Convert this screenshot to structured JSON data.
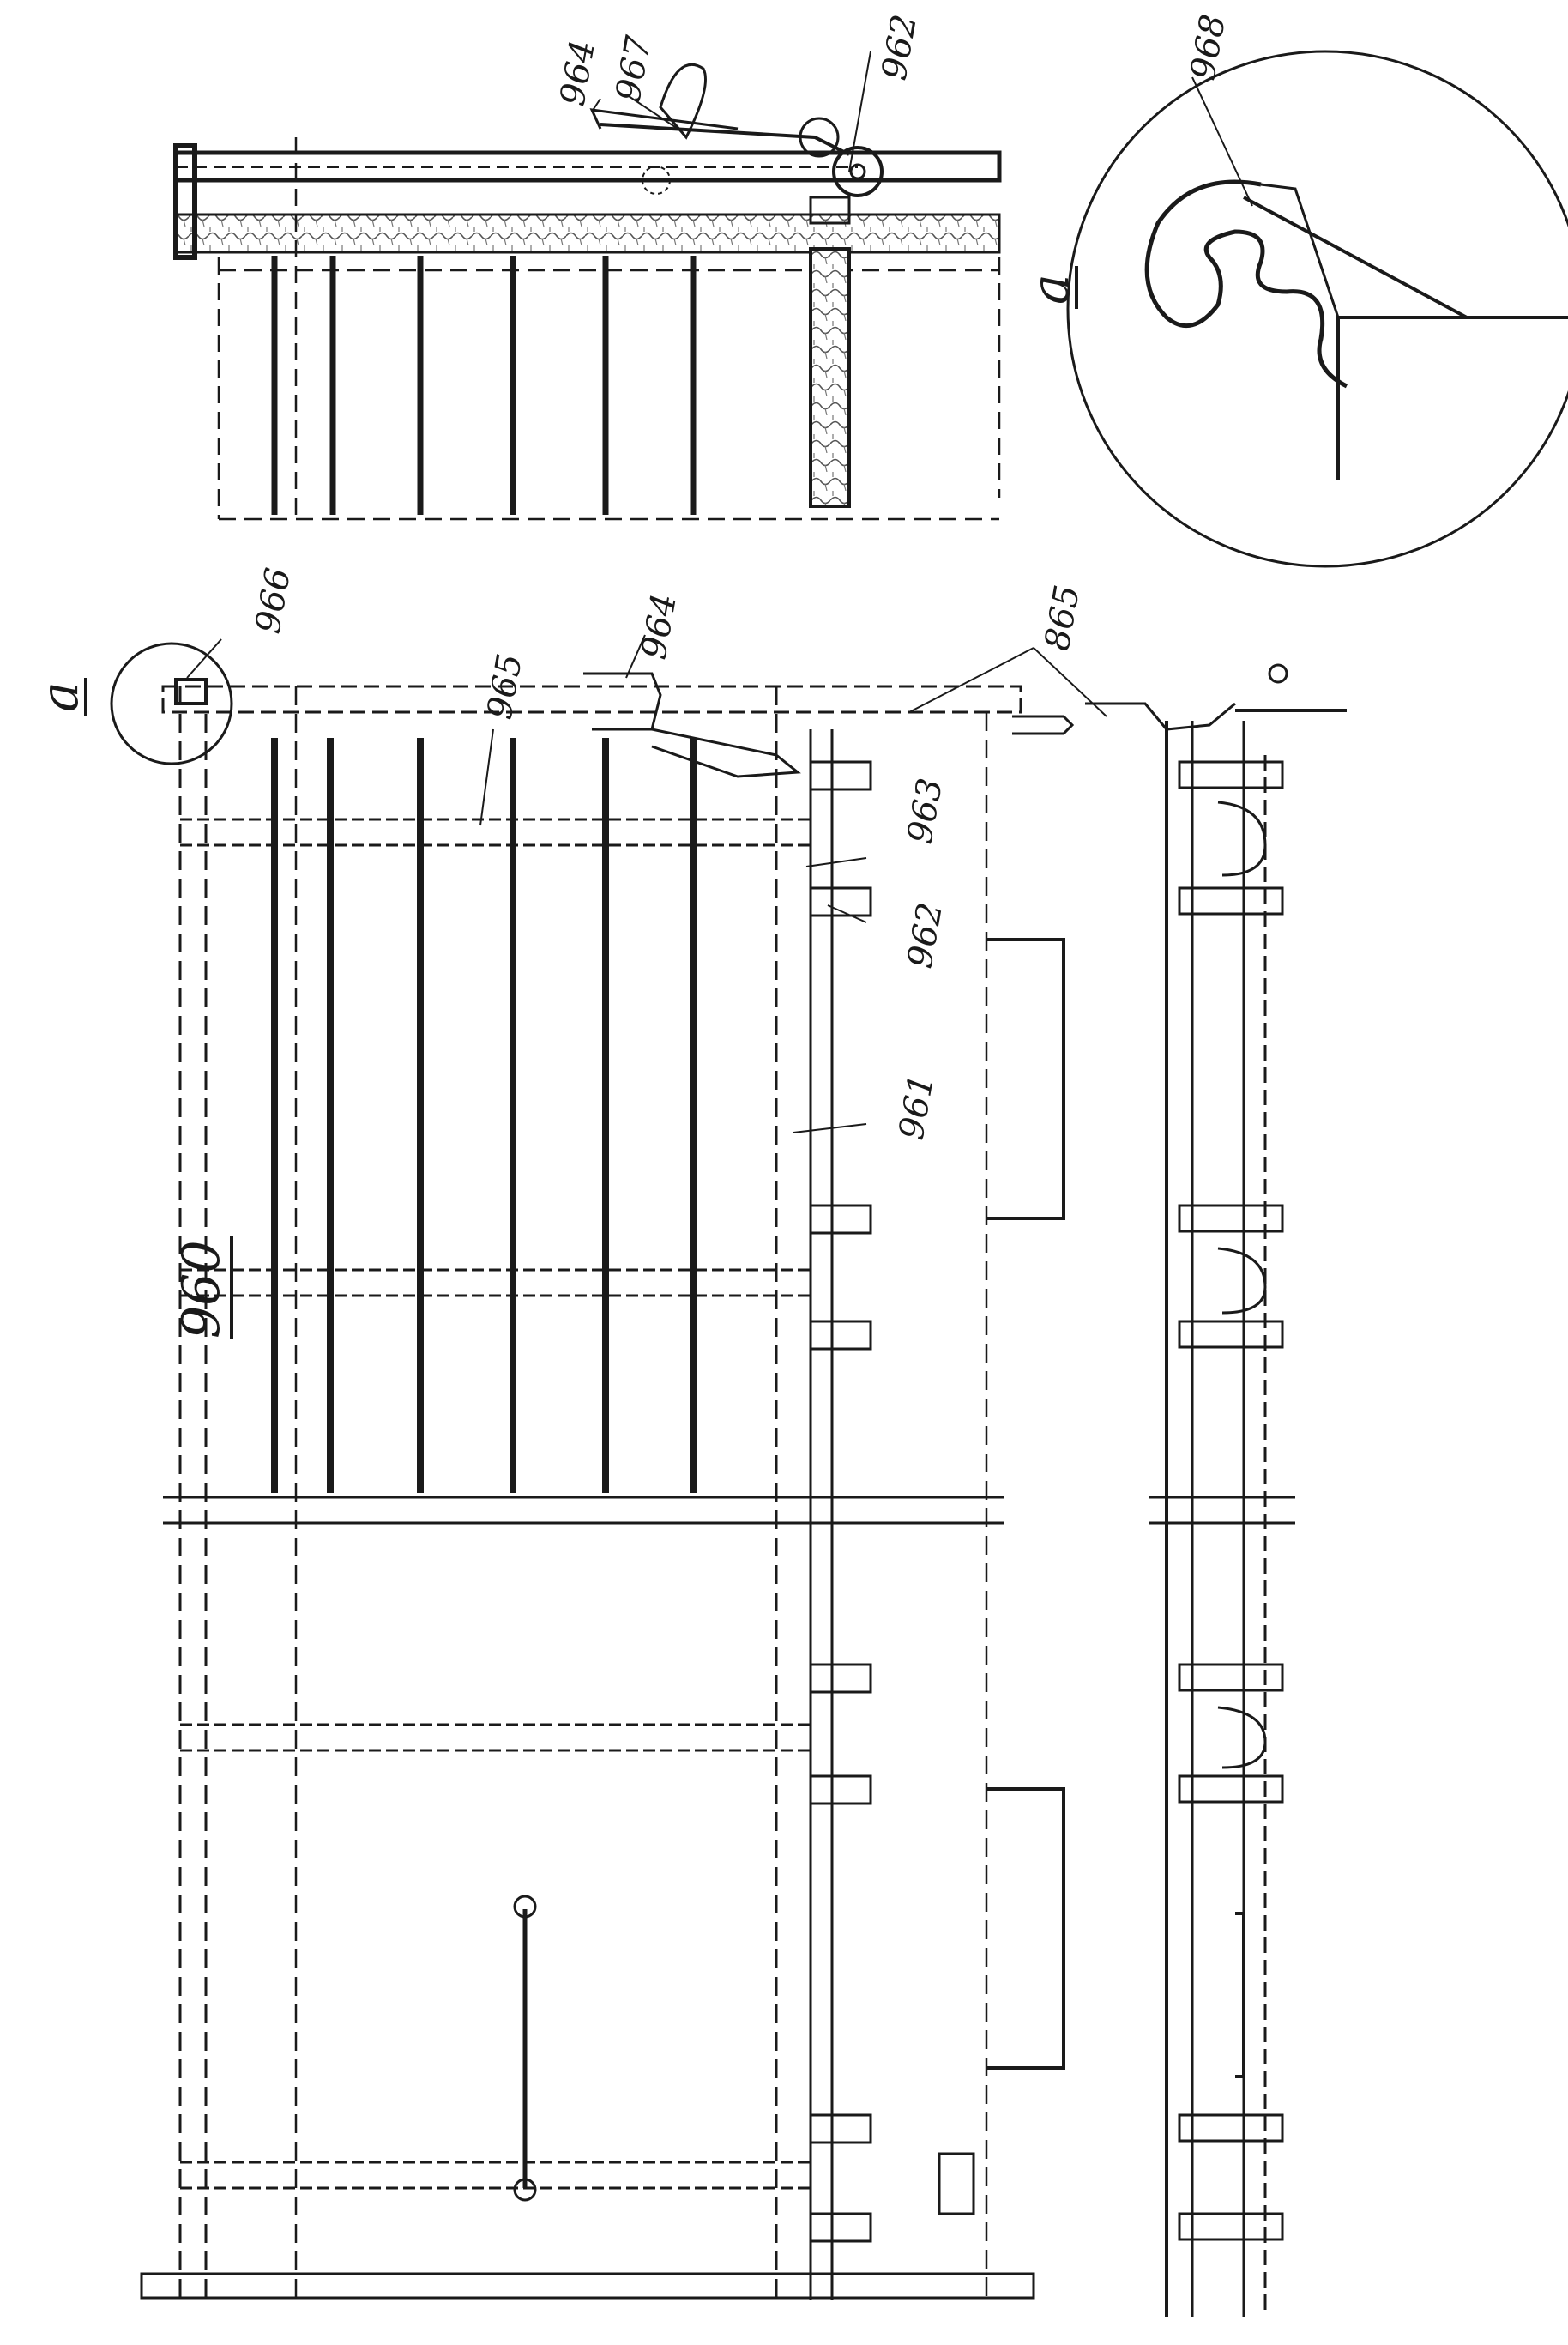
{
  "drawing": {
    "figure_number": "960",
    "detail_marker": "a",
    "detail_title": "a",
    "callouts": {
      "c961": "961",
      "c962a": "962",
      "c962b": "962",
      "c963": "963",
      "c964a": "964",
      "c964b": "964",
      "c965": "965",
      "c966": "966",
      "c967": "967",
      "c968": "968",
      "c865": "865"
    }
  }
}
